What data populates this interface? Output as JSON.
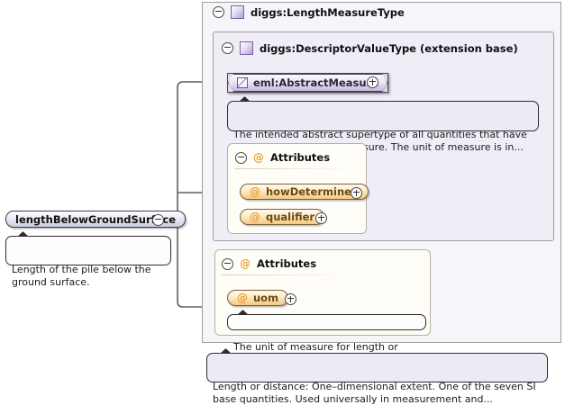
{
  "diagram": {
    "kind": "xml-schema-type-diagram",
    "root_element": {
      "name": "lengthBelowGroundSurface",
      "toggle": "minus",
      "documentation": "Length of the pile below the ground surface."
    },
    "outer_type": {
      "label": "diggs:LengthMeasureType",
      "toggle": "minus",
      "icon": "type-swatch-icon",
      "documentation": "Length or distance: One–dimensional extent. One of the seven SI base quantities. Used universally in measurement and..."
    },
    "extension_base": {
      "label": "diggs:DescriptorValueType (extension base)",
      "toggle": "minus",
      "icon": "type-swatch-icon"
    },
    "abstract_element": {
      "label": "eml:AbstractMeasure",
      "toggle": "plus",
      "icon": "abstract-measure-icon",
      "documentation": "The intended abstract supertype of all quantities that have a value with a unit of measure. The unit of measure is in..."
    },
    "attribute_groups": [
      {
        "label": "Attributes",
        "toggle": "minus",
        "icon": "at-icon",
        "attributes": [
          {
            "name": "howDetermined",
            "toggle": "plus",
            "icon": "at-icon"
          },
          {
            "name": "qualifier",
            "toggle": "plus",
            "icon": "at-icon"
          }
        ]
      },
      {
        "label": "Attributes",
        "toggle": "minus",
        "icon": "at-icon",
        "attributes": [
          {
            "name": "uom",
            "toggle": "plus",
            "icon": "at-icon",
            "documentation": "The unit of measure for length or distance."
          }
        ]
      }
    ],
    "colors": {
      "type_box_fill": "#f6f5fa",
      "extension_box_fill": "#efedf6",
      "attribute_box_fill": "#fffdf7",
      "attribute_pill": "#f4c97f",
      "element_pill": "#c8cede",
      "abstract_pill": "#c6b5de",
      "connector_line": "#5f5f5f",
      "doc_balloon_lilac": "#eceaf4",
      "doc_balloon_white": "#fdfdfd"
    }
  }
}
